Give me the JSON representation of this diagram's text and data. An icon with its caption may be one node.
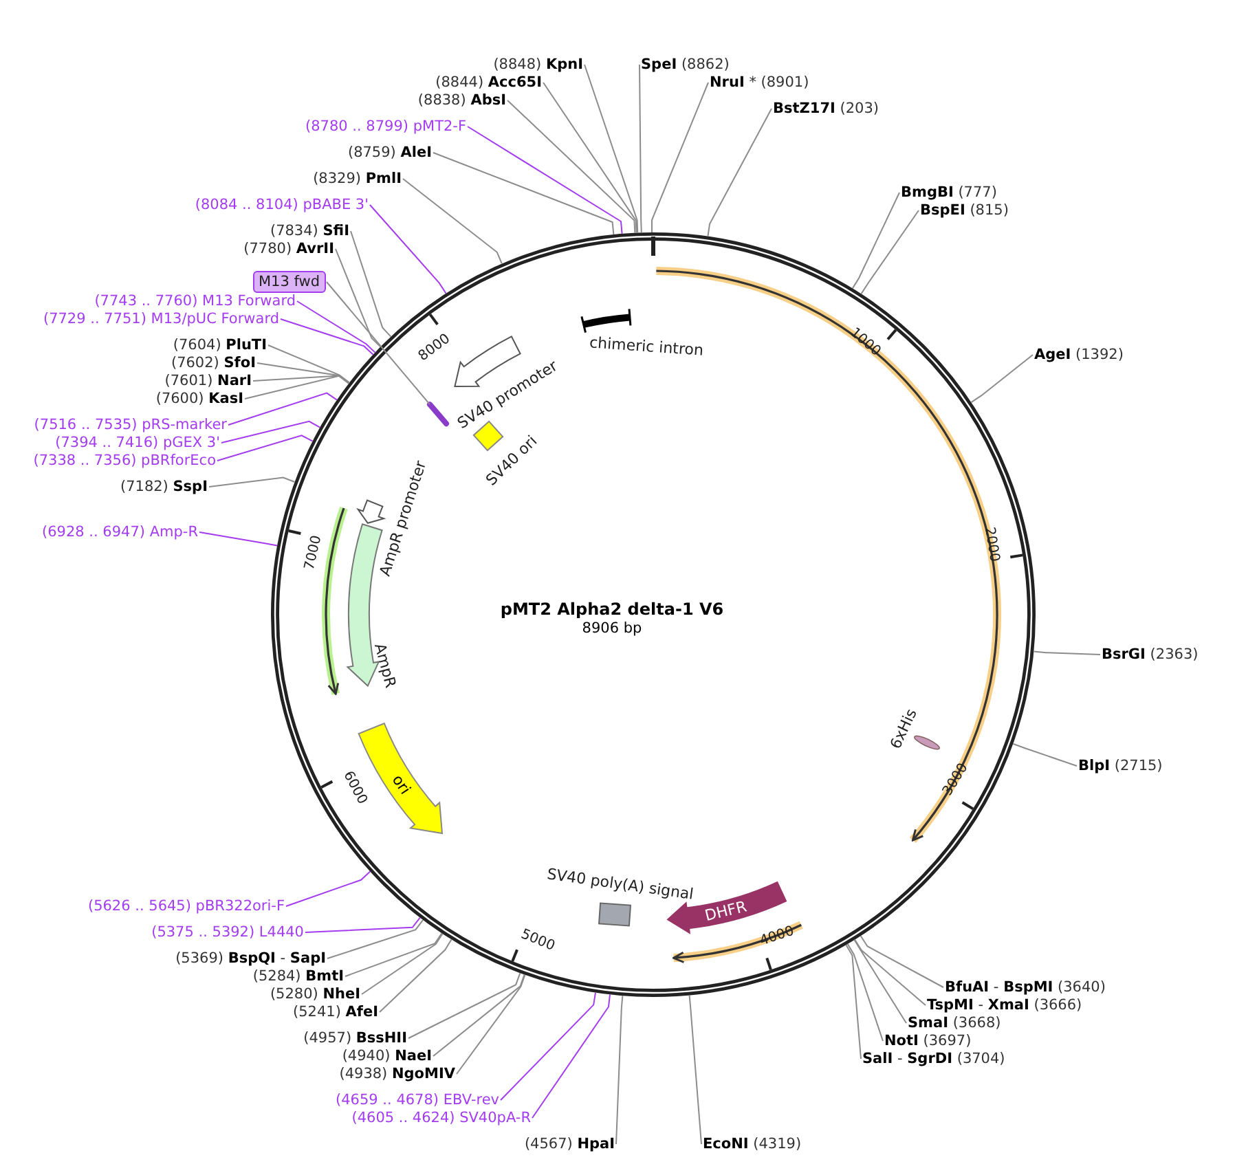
{
  "diagram": {
    "title": "pMT2 Alpha2 delta-1 V6",
    "nodes": [
      {
        "text": [
          "(8848) **KpnI**"
        ]
      },
      {
        "text": [
          "(8844) **Acc65I**"
        ]
      },
      {
        "text": [
          "(8838) **AbsI**"
        ]
      },
      {
        "text": [
          "(8780 .. 8799) pMT2-F"
        ]
      },
      {
        "text": [
          "(8759) **AleI**"
        ]
      },
      {
        "text": [
          "(8329) **PmlI**"
        ]
      },
      {
        "text": [
          "(8084 .. 8104) pBABE 3'"
        ]
      },
      {
        "text": [
          "(7834) **SfiI**"
        ]
      },
      {
        "text": [
          "(7780) **AvrII**"
        ]
      },
      {
        "text": [
          "M13 fwd"
        ]
      },
      {
        "text": [
          "(7743 .. 7760) M13 Forward"
        ]
      },
      {
        "text": [
          "(7729 .. 7751) M13/pUC Forward"
        ]
      },
      {
        "text": [
          "(7604) **PluTI**"
        ]
      },
      {
        "text": [
          "(7602) **SfoI**"
        ]
      },
      {
        "text": [
          "(7601) **NarI**"
        ]
      },
      {
        "text": [
          "(7600) **KasI**"
        ]
      },
      {
        "text": [
          "(7516 .. 7535) pRS-marker"
        ]
      },
      {
        "text": [
          "(7394 .. 7416) pGEX 3'"
        ]
      },
      {
        "text": [
          "(7338 .. 7356) pBRforEco"
        ]
      },
      {
        "text": [
          "(7182) **SspI**"
        ]
      },
      {
        "text": [
          "(6928 .. 6947) Amp-R"
        ]
      },
      {
        "text": [
          "(5626 .. 5645) pBR322ori-F"
        ]
      },
      {
        "text": [
          "(5375 .. 5392) L4440"
        ]
      },
      {
        "text": [
          "(5369) **BspQI** - **SapI**"
        ]
      },
      {
        "text": [
          "(5284) **BmtI**"
        ]
      },
      {
        "text": [
          "(5280) **NheI**"
        ]
      },
      {
        "text": [
          "(5241) **AfeI**"
        ]
      },
      {
        "text": [
          "(4957) **BssHII**"
        ]
      },
      {
        "text": [
          "(4940) **NaeI**"
        ]
      },
      {
        "text": [
          "(4938) **NgoMIV**"
        ]
      },
      {
        "text": [
          "(4659 .. 4678) EBV-rev"
        ]
      },
      {
        "text": [
          "(4605 .. 4624) SV40pA-R"
        ]
      },
      {
        "text": [
          "(4567) **HpaI**"
        ]
      },
      {
        "text": [
          "**EcoNI** (4319)"
        ]
      },
      {
        "text": [
          "**SalI** - **SgrDI** (3704)"
        ]
      },
      {
        "text": [
          "**NotI** (3697)"
        ]
      },
      {
        "text": [
          "**SmaI** (3668)"
        ]
      },
      {
        "text": [
          "**TspMI** - **XmaI** (3666)"
        ]
      },
      {
        "text": [
          "**BfuAI** - **BspMI** (3640)"
        ]
      },
      {
        "text": [
          "**BlpI** (2715)"
        ]
      },
      {
        "text": [
          "**BsrGI** (2363)"
        ]
      },
      {
        "text": [
          "**AgeI** (1392)"
        ]
      },
      {
        "text": [
          "**BspEI** (815)"
        ]
      },
      {
        "text": [
          "**BmgBI** (777)"
        ]
      },
      {
        "text": [
          "**BstZ17I** (203)"
        ]
      },
      {
        "text": [
          "**NruI** * (8901)"
        ]
      },
      {
        "text": [
          "**SpeI** (8862)"
        ]
      },
      {
        "text": [
          "chimeric intron"
        ]
      },
      {
        "text": [
          "SV40 promoter"
        ]
      },
      {
        "text": [
          "SV40 ori"
        ]
      },
      {
        "text": [
          "AmpR promoter"
        ]
      },
      {
        "text": [
          "AmpR"
        ]
      },
      {
        "text": [
          "ori"
        ]
      },
      {
        "text": [
          "SV40 poly(A) signal"
        ]
      },
      {
        "text": [
          "DHFR"
        ]
      },
      {
        "text": [
          "6xHis"
        ]
      },
      {
        "text": [],
        "shape": "bar"
      }
    ],
    "edges": [
      {
        "from": 0,
        "to": null,
        "arrow": "none"
      },
      {
        "from": 1,
        "to": null,
        "arrow": "none"
      },
      {
        "from": 2,
        "to": null,
        "arrow": "none"
      },
      {
        "from": 3,
        "to": null,
        "arrow": "none",
        "color": "#a43cf0"
      },
      {
        "from": 4,
        "to": null,
        "arrow": "none"
      },
      {
        "from": 5,
        "to": null,
        "arrow": "none"
      },
      {
        "from": 6,
        "to": null,
        "arrow": "none",
        "color": "#a43cf0"
      },
      {
        "from": 7,
        "to": null,
        "arrow": "none"
      },
      {
        "from": 8,
        "to": null,
        "arrow": "none"
      },
      {
        "from": 9,
        "to": 56,
        "arrow": "none"
      },
      {
        "from": 10,
        "to": null,
        "arrow": "none",
        "color": "#a43cf0"
      },
      {
        "from": 11,
        "to": null,
        "arrow": "none",
        "color": "#a43cf0"
      },
      {
        "from": 12,
        "to": null,
        "arrow": "none"
      },
      {
        "from": 13,
        "to": null,
        "arrow": "none"
      },
      {
        "from": 14,
        "to": null,
        "arrow": "none"
      },
      {
        "from": 15,
        "to": null,
        "arrow": "none"
      },
      {
        "from": 16,
        "to": null,
        "arrow": "none",
        "color": "#a43cf0"
      },
      {
        "from": 17,
        "to": null,
        "arrow": "none",
        "color": "#a43cf0"
      },
      {
        "from": 18,
        "to": null,
        "arrow": "none",
        "color": "#a43cf0"
      },
      {
        "from": 19,
        "to": null,
        "arrow": "none"
      },
      {
        "from": 20,
        "to": null,
        "arrow": "none",
        "color": "#a43cf0"
      },
      {
        "from": 21,
        "to": null,
        "arrow": "none",
        "color": "#a43cf0"
      },
      {
        "from": 22,
        "to": null,
        "arrow": "none",
        "color": "#a43cf0"
      },
      {
        "from": 23,
        "to": null,
        "arrow": "none"
      },
      {
        "from": 24,
        "to": null,
        "arrow": "none"
      },
      {
        "from": 25,
        "to": null,
        "arrow": "none"
      },
      {
        "from": 26,
        "to": null,
        "arrow": "none"
      },
      {
        "from": 27,
        "to": null,
        "arrow": "none"
      },
      {
        "from": 28,
        "to": null,
        "arrow": "none"
      },
      {
        "from": 29,
        "to": null,
        "arrow": "none"
      },
      {
        "from": 30,
        "to": null,
        "arrow": "none",
        "color": "#a43cf0"
      },
      {
        "from": 31,
        "to": null,
        "arrow": "none",
        "color": "#a43cf0"
      },
      {
        "from": 32,
        "to": null,
        "arrow": "none"
      },
      {
        "from": 33,
        "to": null,
        "arrow": "none"
      },
      {
        "from": 34,
        "to": null,
        "arrow": "none"
      },
      {
        "from": 35,
        "to": null,
        "arrow": "none"
      },
      {
        "from": 36,
        "to": null,
        "arrow": "none"
      },
      {
        "from": 37,
        "to": null,
        "arrow": "none"
      },
      {
        "from": 38,
        "to": null,
        "arrow": "none"
      },
      {
        "from": 39,
        "to": null,
        "arrow": "none"
      },
      {
        "from": 40,
        "to": null,
        "arrow": "none"
      },
      {
        "from": 41,
        "to": null,
        "arrow": "none"
      },
      {
        "from": 42,
        "to": null,
        "arrow": "none"
      },
      {
        "from": 43,
        "to": null,
        "arrow": "none"
      },
      {
        "from": 44,
        "to": null,
        "arrow": "none"
      },
      {
        "from": 45,
        "to": null,
        "arrow": "none"
      },
      {
        "from": 46,
        "to": null,
        "arrow": "none"
      }
    ],
    "labels": [
      "8906 bp",
      "1000",
      "2000",
      "3000",
      "4000",
      "5000",
      "6000",
      "7000",
      "8000"
    ]
  }
}
